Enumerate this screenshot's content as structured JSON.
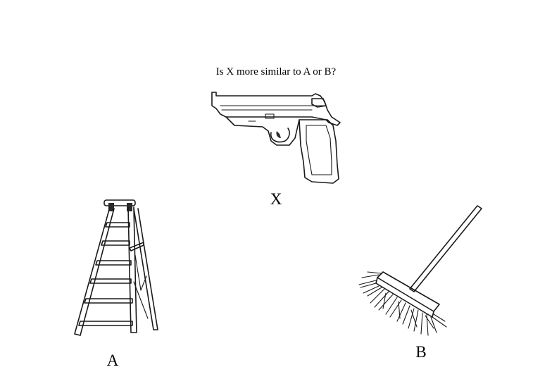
{
  "question": "Is X more similar to A or B?",
  "options": {
    "x": {
      "label": "X",
      "icon": "pistol-icon"
    },
    "a": {
      "label": "A",
      "icon": "stepladder-icon"
    },
    "b": {
      "label": "B",
      "icon": "push-broom-icon"
    }
  }
}
